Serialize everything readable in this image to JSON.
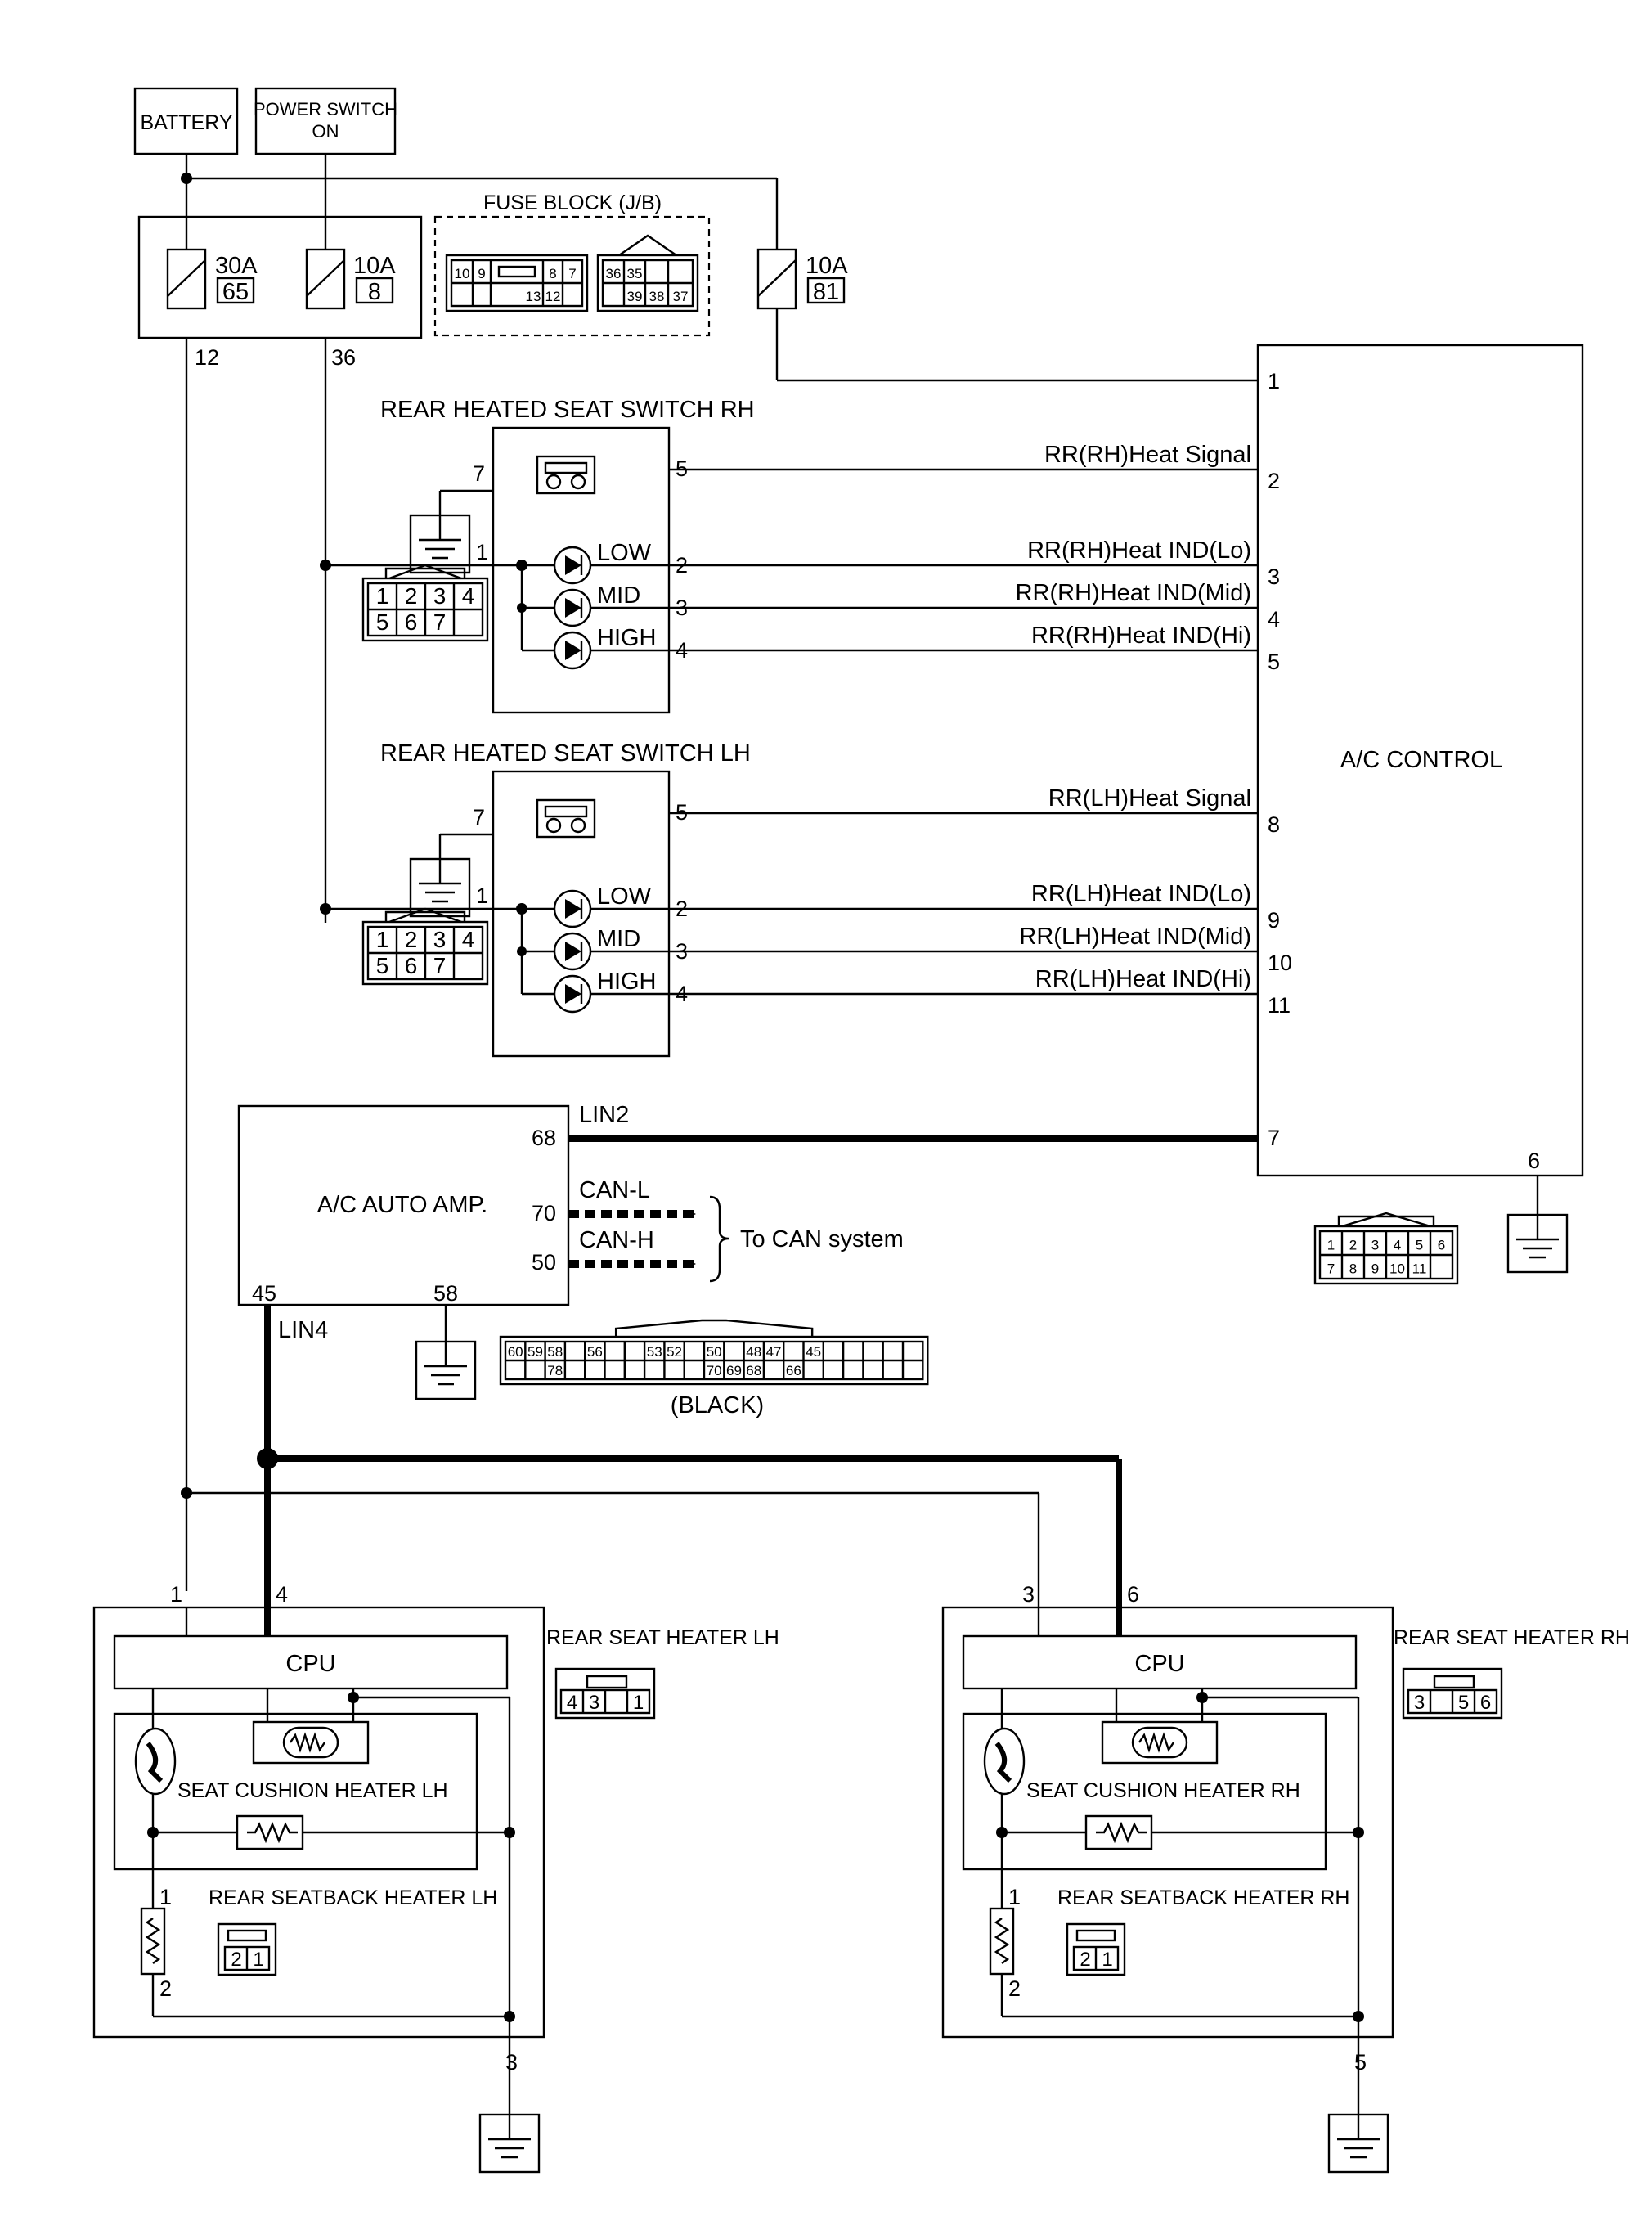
{
  "sources": {
    "battery": "BATTERY",
    "power_switch": "POWER SWITCH\nON"
  },
  "fuses": [
    {
      "rating": "30A",
      "number": "65"
    },
    {
      "rating": "10A",
      "number": "8"
    },
    {
      "rating": "10A",
      "number": "81"
    }
  ],
  "fuse_block": {
    "title": "FUSE BLOCK (J/B)",
    "connector_a_top": [
      "10",
      "9",
      "",
      "8",
      "7"
    ],
    "connector_a_bottom": [
      "",
      "",
      "13",
      "12"
    ],
    "connector_b_top": [
      "36",
      "35",
      "",
      ""
    ],
    "connector_b_bottom": [
      "",
      "39",
      "38",
      "37"
    ]
  },
  "fuse_pins": {
    "battery_feed": "12",
    "ign_feed": "36"
  },
  "switch_rh": {
    "title": "REAR HEATED SEAT SWITCH RH",
    "pin_ground": "7",
    "pin_signal": "5",
    "pin_supply": "1",
    "leds": [
      {
        "label": "LOW",
        "pin": "2"
      },
      {
        "label": "MID",
        "pin": "3"
      },
      {
        "label": "HIGH",
        "pin": "4"
      }
    ]
  },
  "switch_lh": {
    "title": "REAR HEATED SEAT SWITCH LH",
    "pin_ground": "7",
    "pin_signal": "5",
    "pin_supply": "1",
    "leds": [
      {
        "label": "LOW",
        "pin": "2"
      },
      {
        "label": "MID",
        "pin": "3"
      },
      {
        "label": "HIGH",
        "pin": "4"
      }
    ]
  },
  "switch_connector": {
    "top": [
      "1",
      "2",
      "3",
      "4"
    ],
    "bottom": [
      "5",
      "6",
      "7",
      ""
    ]
  },
  "ac_control": {
    "title": "A/C CONTROL",
    "pins": [
      {
        "pin": "1",
        "signal": ""
      },
      {
        "pin": "2",
        "signal": "RR(RH)Heat Signal"
      },
      {
        "pin": "3",
        "signal": "RR(RH)Heat IND(Lo)"
      },
      {
        "pin": "4",
        "signal": "RR(RH)Heat IND(Mid)"
      },
      {
        "pin": "5",
        "signal": "RR(RH)Heat IND(Hi)"
      },
      {
        "pin": "8",
        "signal": "RR(LH)Heat Signal"
      },
      {
        "pin": "9",
        "signal": "RR(LH)Heat IND(Lo)"
      },
      {
        "pin": "10",
        "signal": "RR(LH)Heat IND(Mid)"
      },
      {
        "pin": "11",
        "signal": "RR(LH)Heat IND(Hi)"
      },
      {
        "pin": "7",
        "signal": ""
      },
      {
        "pin": "6",
        "signal": ""
      }
    ],
    "connector_top": [
      "1",
      "2",
      "3",
      "4",
      "5",
      "6"
    ],
    "connector_bottom": [
      "7",
      "8",
      "9",
      "10",
      "11",
      ""
    ]
  },
  "ac_auto_amp": {
    "title": "A/C AUTO AMP.",
    "pin_lin2": "68",
    "pin_can_l": "70",
    "pin_can_h": "50",
    "pin_lin4": "45",
    "pin_ground": "58",
    "lin2": "LIN2",
    "lin4": "LIN4",
    "can_l": "CAN-L",
    "can_h": "CAN-H",
    "can_note": "To CAN system",
    "connector_color": "(BLACK)",
    "connector_top": [
      "60",
      "59",
      "58",
      "",
      "56",
      "",
      "",
      "53",
      "52",
      "",
      "50",
      "",
      "48",
      "47",
      "",
      "45",
      "",
      "",
      "",
      "",
      ""
    ],
    "connector_bottom": [
      "",
      "",
      "78",
      "",
      "",
      "",
      "",
      "",
      "",
      "",
      "70",
      "69",
      "68",
      "",
      "66",
      "",
      "",
      "",
      "",
      "",
      ""
    ]
  },
  "heater_lh": {
    "title": "REAR SEAT HEATER LH",
    "cpu": "CPU",
    "cushion": "SEAT CUSHION HEATER LH",
    "seatback": "REAR SEATBACK HEATER LH",
    "pin_power": "1",
    "pin_lin": "4",
    "pin_ground": "3",
    "seatback_pin_top": "1",
    "seatback_pin_bottom": "2",
    "connector": [
      "4",
      "3",
      "",
      "1"
    ],
    "seatback_connector": [
      "2",
      "1"
    ]
  },
  "heater_rh": {
    "title": "REAR SEAT HEATER RH",
    "cpu": "CPU",
    "cushion": "SEAT CUSHION HEATER RH",
    "seatback": "REAR SEATBACK HEATER RH",
    "pin_power": "3",
    "pin_lin": "6",
    "pin_ground": "5",
    "seatback_pin_top": "1",
    "seatback_pin_bottom": "2",
    "connector": [
      "3",
      "",
      "5",
      "6"
    ],
    "seatback_connector": [
      "2",
      "1"
    ]
  }
}
